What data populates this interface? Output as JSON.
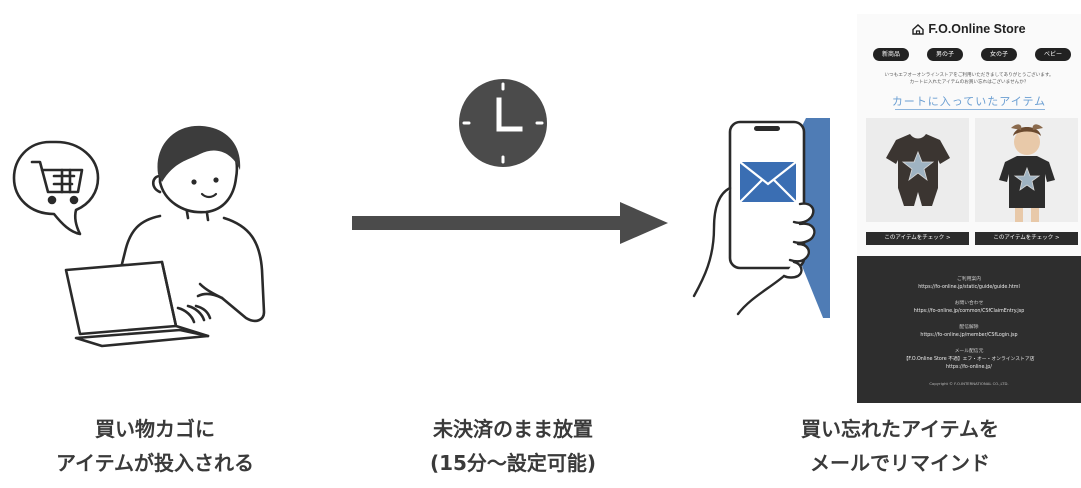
{
  "captions": {
    "step1": {
      "line1": "買い物カゴに",
      "line2": "アイテムが投入される"
    },
    "step2": {
      "line1": "未決済のまま放置",
      "line2": "(15分〜設定可能)"
    },
    "step3": {
      "line1": "買い忘れたアイテムを",
      "line2": "メールでリマインド"
    }
  },
  "email": {
    "store_name": "F.O.Online Store",
    "nav": [
      "新商品",
      "男の子",
      "女の子",
      "ベビー"
    ],
    "intro_line1": "いつもエフオーオンラインストアをご利用いただきましてありがとうございます。",
    "intro_line2": "カートに入れたアイテムのお買い忘れはございませんか？",
    "headline": "カートに入っていたアイテム",
    "product_buttons": [
      "このアイテムをチェック  >",
      "このアイテムをチェック  >"
    ],
    "footer": [
      {
        "heading": "ご利用案内",
        "url": "https://fo-online.jp/static/guide/guide.html"
      },
      {
        "heading": "お問い合わせ",
        "url": "https://fo-online.jp/common/CSfClaimEntry.jsp"
      },
      {
        "heading": "配信解除",
        "url": "https://fo-online.jp/member/CSfLogin.jsp"
      },
      {
        "heading": "メール配信元",
        "url": "【F.O.Online Store 不適】エフ・オー・オンラインストア店"
      },
      {
        "heading": "",
        "url": "https://fo-online.jp/"
      }
    ],
    "copyright": "Copyright © F.O.INTERNATIONAL CO.,LTD."
  },
  "colors": {
    "arrow": "#4b4b4b",
    "clock": "#4b4b4b",
    "panel_blue": "#4f7cb5",
    "envelope_blue": "#3a6eb3",
    "headline": "#6a9ed2",
    "footer_bg": "#2e2e2e"
  },
  "icons": [
    "cart-icon",
    "clock-icon",
    "mail-icon",
    "home-icon",
    "star-icon"
  ]
}
